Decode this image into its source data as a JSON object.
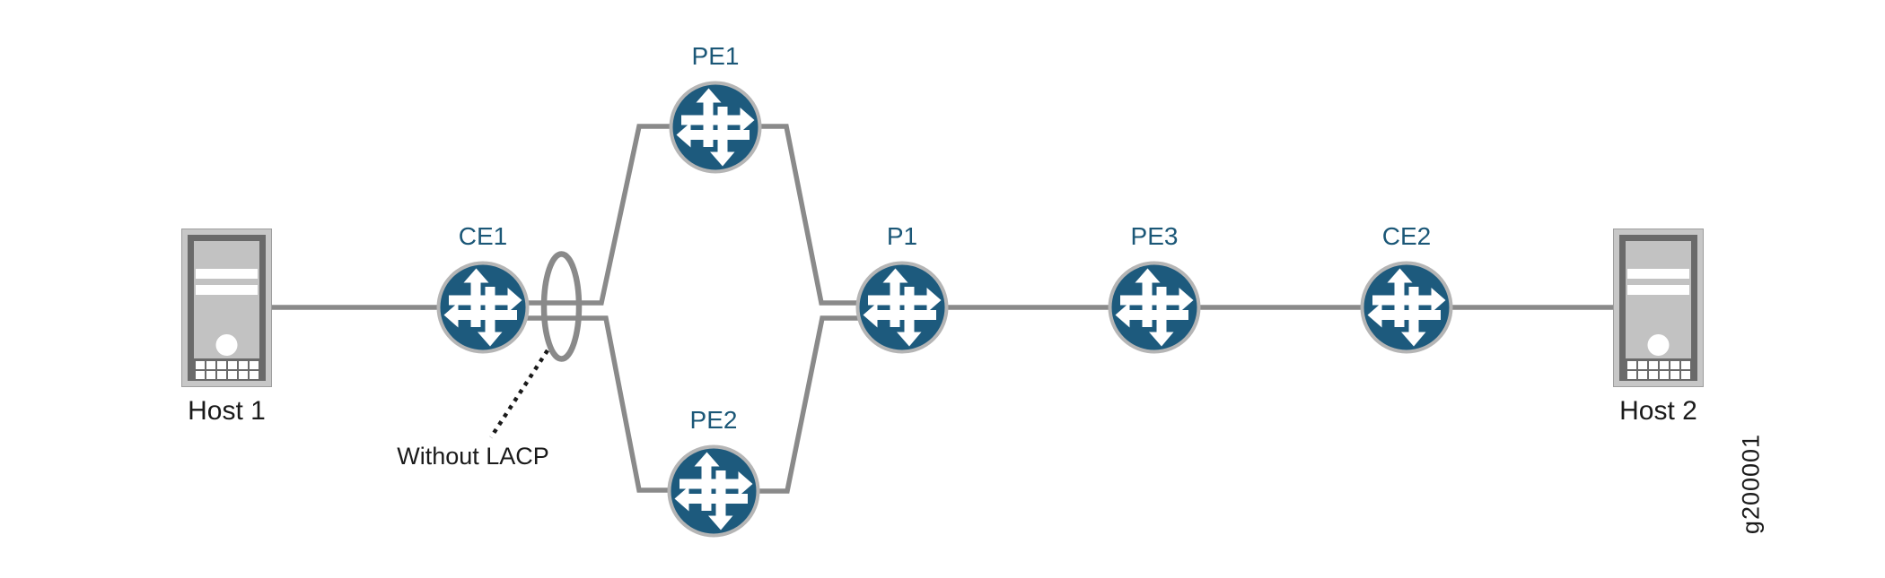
{
  "figure": {
    "watermark": "g200001",
    "annotation": {
      "label": "Without LACP"
    },
    "colors": {
      "router_blue": "#1d5a7d",
      "label_blue": "#1b5777",
      "line_gray": "#8a8a8a",
      "text_dark": "#1a1a1a"
    },
    "nodes": {
      "host1": {
        "label": "Host 1",
        "type": "server"
      },
      "ce1": {
        "label": "CE1",
        "type": "router"
      },
      "pe1": {
        "label": "PE1",
        "type": "router"
      },
      "pe2": {
        "label": "PE2",
        "type": "router"
      },
      "p1": {
        "label": "P1",
        "type": "router"
      },
      "pe3": {
        "label": "PE3",
        "type": "router"
      },
      "ce2": {
        "label": "CE2",
        "type": "router"
      },
      "host2": {
        "label": "Host 2",
        "type": "server"
      }
    },
    "links": [
      {
        "from": "Host 1",
        "to": "CE1"
      },
      {
        "from": "CE1",
        "to": "PE1",
        "bundle_member": true
      },
      {
        "from": "CE1",
        "to": "PE2",
        "bundle_member": true
      },
      {
        "from": "PE1",
        "to": "P1"
      },
      {
        "from": "PE2",
        "to": "P1"
      },
      {
        "from": "P1",
        "to": "PE3"
      },
      {
        "from": "PE3",
        "to": "CE2"
      },
      {
        "from": "CE2",
        "to": "Host 2"
      }
    ]
  }
}
